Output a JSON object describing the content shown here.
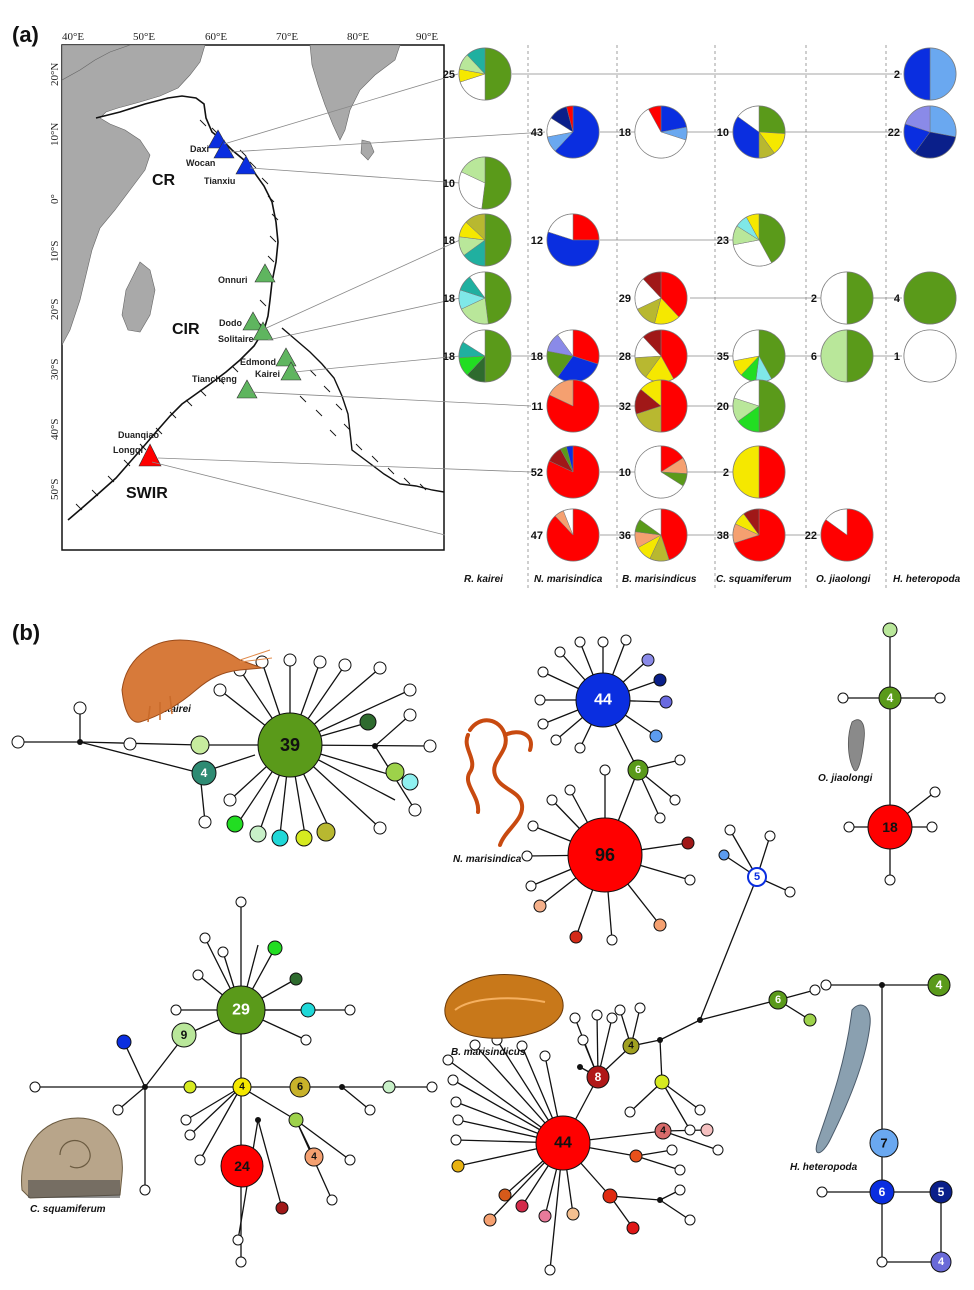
{
  "panel_a": {
    "label": "(a)",
    "lon_ticks": [
      "40°E",
      "50°E",
      "60°E",
      "70°E",
      "80°E",
      "90°E"
    ],
    "lat_ticks": [
      "20°N",
      "10°N",
      "0°",
      "10°S",
      "20°S",
      "30°S",
      "40°S",
      "50°S"
    ],
    "regions": [
      "CR",
      "CIR",
      "SWIR"
    ],
    "sites": [
      "Daxi",
      "Wocan",
      "Tianxiu",
      "Onnuri",
      "Dodo",
      "Solitaire",
      "Edmond",
      "Kairei",
      "Tiancheng",
      "Duanqiao",
      "Longqi"
    ],
    "columns": [
      "R. kairei",
      "N. marisindica",
      "B. marisindicus",
      "C. squamiferum",
      "O. jiaolongi",
      "H. heteropoda"
    ],
    "pie_rows": [
      {
        "counts": [
          "25",
          "",
          "",
          "",
          "",
          "2"
        ]
      },
      {
        "counts": [
          "",
          "43",
          "18",
          "10",
          "",
          "22"
        ]
      },
      {
        "counts": [
          "10",
          "",
          "",
          "",
          "",
          ""
        ]
      },
      {
        "counts": [
          "18",
          "12",
          "",
          "23",
          "",
          ""
        ]
      },
      {
        "counts": [
          "18",
          "",
          "29",
          "",
          "2",
          "4"
        ]
      },
      {
        "counts": [
          "18",
          "18",
          "28",
          "35",
          "6",
          "1"
        ]
      },
      {
        "counts": [
          "",
          "11",
          "32",
          "20",
          "",
          ""
        ]
      },
      {
        "counts": [
          "",
          "52",
          "10",
          "2",
          "",
          ""
        ]
      },
      {
        "counts": [
          "",
          "47",
          "36",
          "38",
          "22",
          ""
        ]
      }
    ]
  },
  "panel_b": {
    "label": "(b)",
    "species_labels": [
      "R. kairei",
      "N. marisindica",
      "O. jiaolongi",
      "C. squamiferum",
      "B. marisindicus",
      "H. heteropoda"
    ],
    "hub_counts": {
      "rk_main": "39",
      "rk_side": "4",
      "nm_blue": "44",
      "nm_green": "6",
      "nm_red": "96",
      "oj_green": "4",
      "oj_red": "18",
      "cs_main": "29",
      "cs_9": "9",
      "cs_4y": "4",
      "cs_6": "6",
      "cs_24": "24",
      "cs_4o": "4",
      "bm_main": "44",
      "bm_8": "8",
      "bm_4o": "4",
      "bm_4p": "4",
      "bm_5": "5",
      "bm_6": "6",
      "hh_4g": "4",
      "hh_7": "7",
      "hh_6": "6",
      "hh_5": "5",
      "hh_4p": "4"
    }
  },
  "colors": {
    "green": "#5a9a1a",
    "blue": "#0a2ee0",
    "red": "#ff0000",
    "yellow": "#f5e800",
    "light_green": "#b9e79a",
    "cyan": "#7fe8e8",
    "light_blue": "#6aa8f0",
    "dark_blue": "#0a1f8a"
  }
}
